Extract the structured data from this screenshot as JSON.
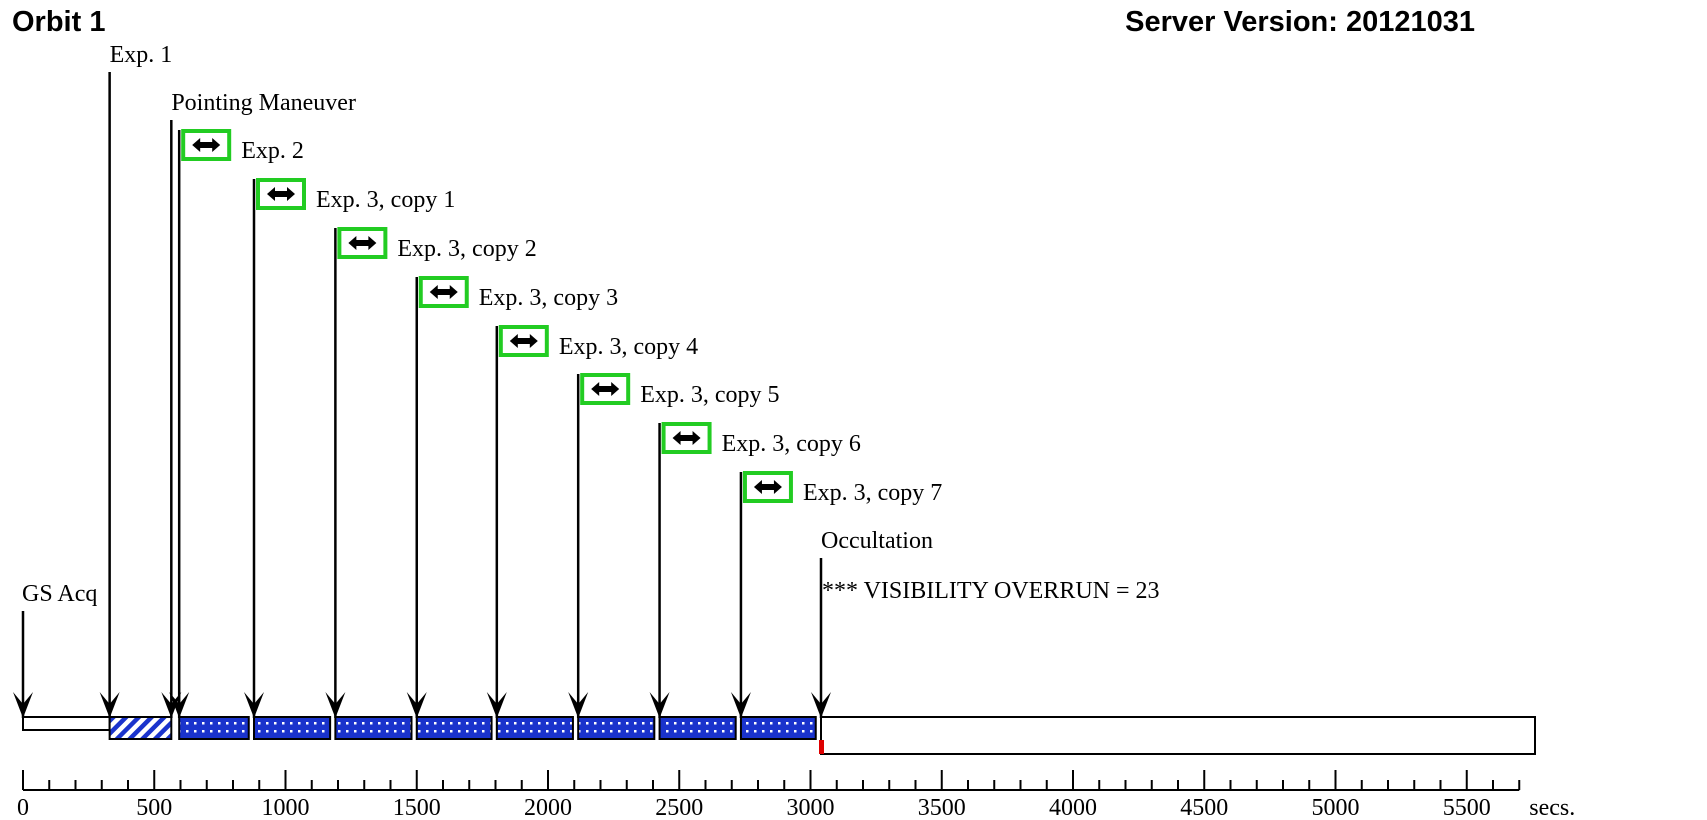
{
  "header": {
    "orbit_title": "Orbit 1",
    "server_version": "Server Version: 20121031"
  },
  "timeline": {
    "unit_label": "secs.",
    "x_range": [
      0,
      5700
    ],
    "ticks_major": [
      0,
      500,
      1000,
      1500,
      2000,
      2500,
      3000,
      3500,
      4000,
      4500,
      5000,
      5500
    ],
    "tick_minor_step": 100,
    "visibility_end": 5760,
    "colors": {
      "maneuver_fill": "#1a33cc",
      "exposure_dots": "#1a33cc",
      "edit_box": "#22cc22",
      "overrun_mark": "#dd0000"
    }
  },
  "events": [
    {
      "id": "gs-acq",
      "label": "GS Acq",
      "t": 0
    },
    {
      "id": "exp-1",
      "label": "Exp. 1",
      "t": 330
    },
    {
      "id": "pointing-maneuver",
      "label": "Pointing Maneuver",
      "t": 565
    },
    {
      "id": "exp-2",
      "label": "Exp. 2",
      "t": 595,
      "editable": true
    },
    {
      "id": "exp-3-copy-1",
      "label": "Exp. 3, copy 1",
      "t": 880,
      "editable": true
    },
    {
      "id": "exp-3-copy-2",
      "label": "Exp. 3, copy 2",
      "t": 1190,
      "editable": true
    },
    {
      "id": "exp-3-copy-3",
      "label": "Exp. 3, copy 3",
      "t": 1500,
      "editable": true
    },
    {
      "id": "exp-3-copy-4",
      "label": "Exp. 3, copy 4",
      "t": 1805,
      "editable": true
    },
    {
      "id": "exp-3-copy-5",
      "label": "Exp. 3, copy 5",
      "t": 2115,
      "editable": true
    },
    {
      "id": "exp-3-copy-6",
      "label": "Exp. 3, copy 6",
      "t": 2425,
      "editable": true
    },
    {
      "id": "exp-3-copy-7",
      "label": "Exp. 3, copy 7",
      "t": 2735,
      "editable": true
    },
    {
      "id": "occultation",
      "label": "Occultation",
      "t": 3040,
      "note": "*** VISIBILITY OVERRUN = 23"
    }
  ],
  "segments": [
    {
      "type": "idle",
      "start": 0,
      "end": 330
    },
    {
      "type": "maneuver",
      "start": 330,
      "end": 565
    },
    {
      "type": "exposure",
      "start": 595,
      "end": 860
    },
    {
      "type": "exposure",
      "start": 880,
      "end": 1170
    },
    {
      "type": "exposure",
      "start": 1190,
      "end": 1480
    },
    {
      "type": "exposure",
      "start": 1500,
      "end": 1785
    },
    {
      "type": "exposure",
      "start": 1805,
      "end": 2095
    },
    {
      "type": "exposure",
      "start": 2115,
      "end": 2405
    },
    {
      "type": "exposure",
      "start": 2425,
      "end": 2715
    },
    {
      "type": "exposure",
      "start": 2735,
      "end": 3020
    },
    {
      "type": "idle",
      "start": 3040,
      "end": 5760
    }
  ]
}
